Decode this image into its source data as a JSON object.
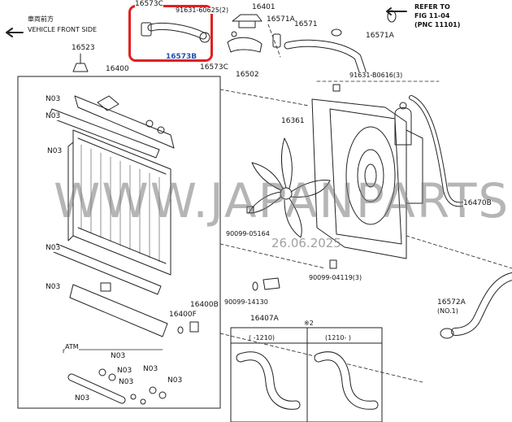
{
  "title_text": {
    "vehicle_front_jp": "車両前方",
    "vehicle_front_en": "VEHICLE FRONT SIDE",
    "refer_to": "REFER TO",
    "fig_ref": "FIG 11-04",
    "pnc_ref": "(PNC 11101)"
  },
  "part_labels": {
    "p16573c_top": "16573C",
    "p91631_60625": "91631-60625(2)",
    "p16401": "16401",
    "p16571a_top": "16571A",
    "p16571": "16571",
    "p16571a_right": "16571A",
    "p16573b": "16573B",
    "p16573c_bottom": "16573C",
    "p16502": "16502",
    "p16523": "16523",
    "p16400": "16400",
    "p91631_b0616": "91631-B0616(3)",
    "p16361": "16361",
    "p16470b": "16470B",
    "p90099_05164": "90099-05164",
    "p90099_04119": "90099-04119(3)",
    "p90099_14130": "90099-14130",
    "p16407a": "16407A",
    "p16400b": "16400B",
    "p16400f": "16400F",
    "p16572a": "16572A",
    "p16572a_no1": "(NO.1)",
    "note_2": "※2",
    "range_1": "(   -1210)",
    "range_2": "(1210-   )",
    "atm": "ATM",
    "n03_1": "N03",
    "n03_2": "N03",
    "n03_3": "N03",
    "n03_4": "N03",
    "n03_5": "N03",
    "n03_6": "N03",
    "n03_7": "N03",
    "n03_8": "N03",
    "n03_9": "N03",
    "n03_10": "N03",
    "n03_11": "N03"
  },
  "watermark": {
    "text": "WWW.JAPANPARTS.RU",
    "date": "26.06.2025"
  },
  "colors": {
    "line": "#222222",
    "highlight": "#e02020",
    "highlight_label": "#2b4fb0",
    "watermark": "#8a8a8a"
  }
}
